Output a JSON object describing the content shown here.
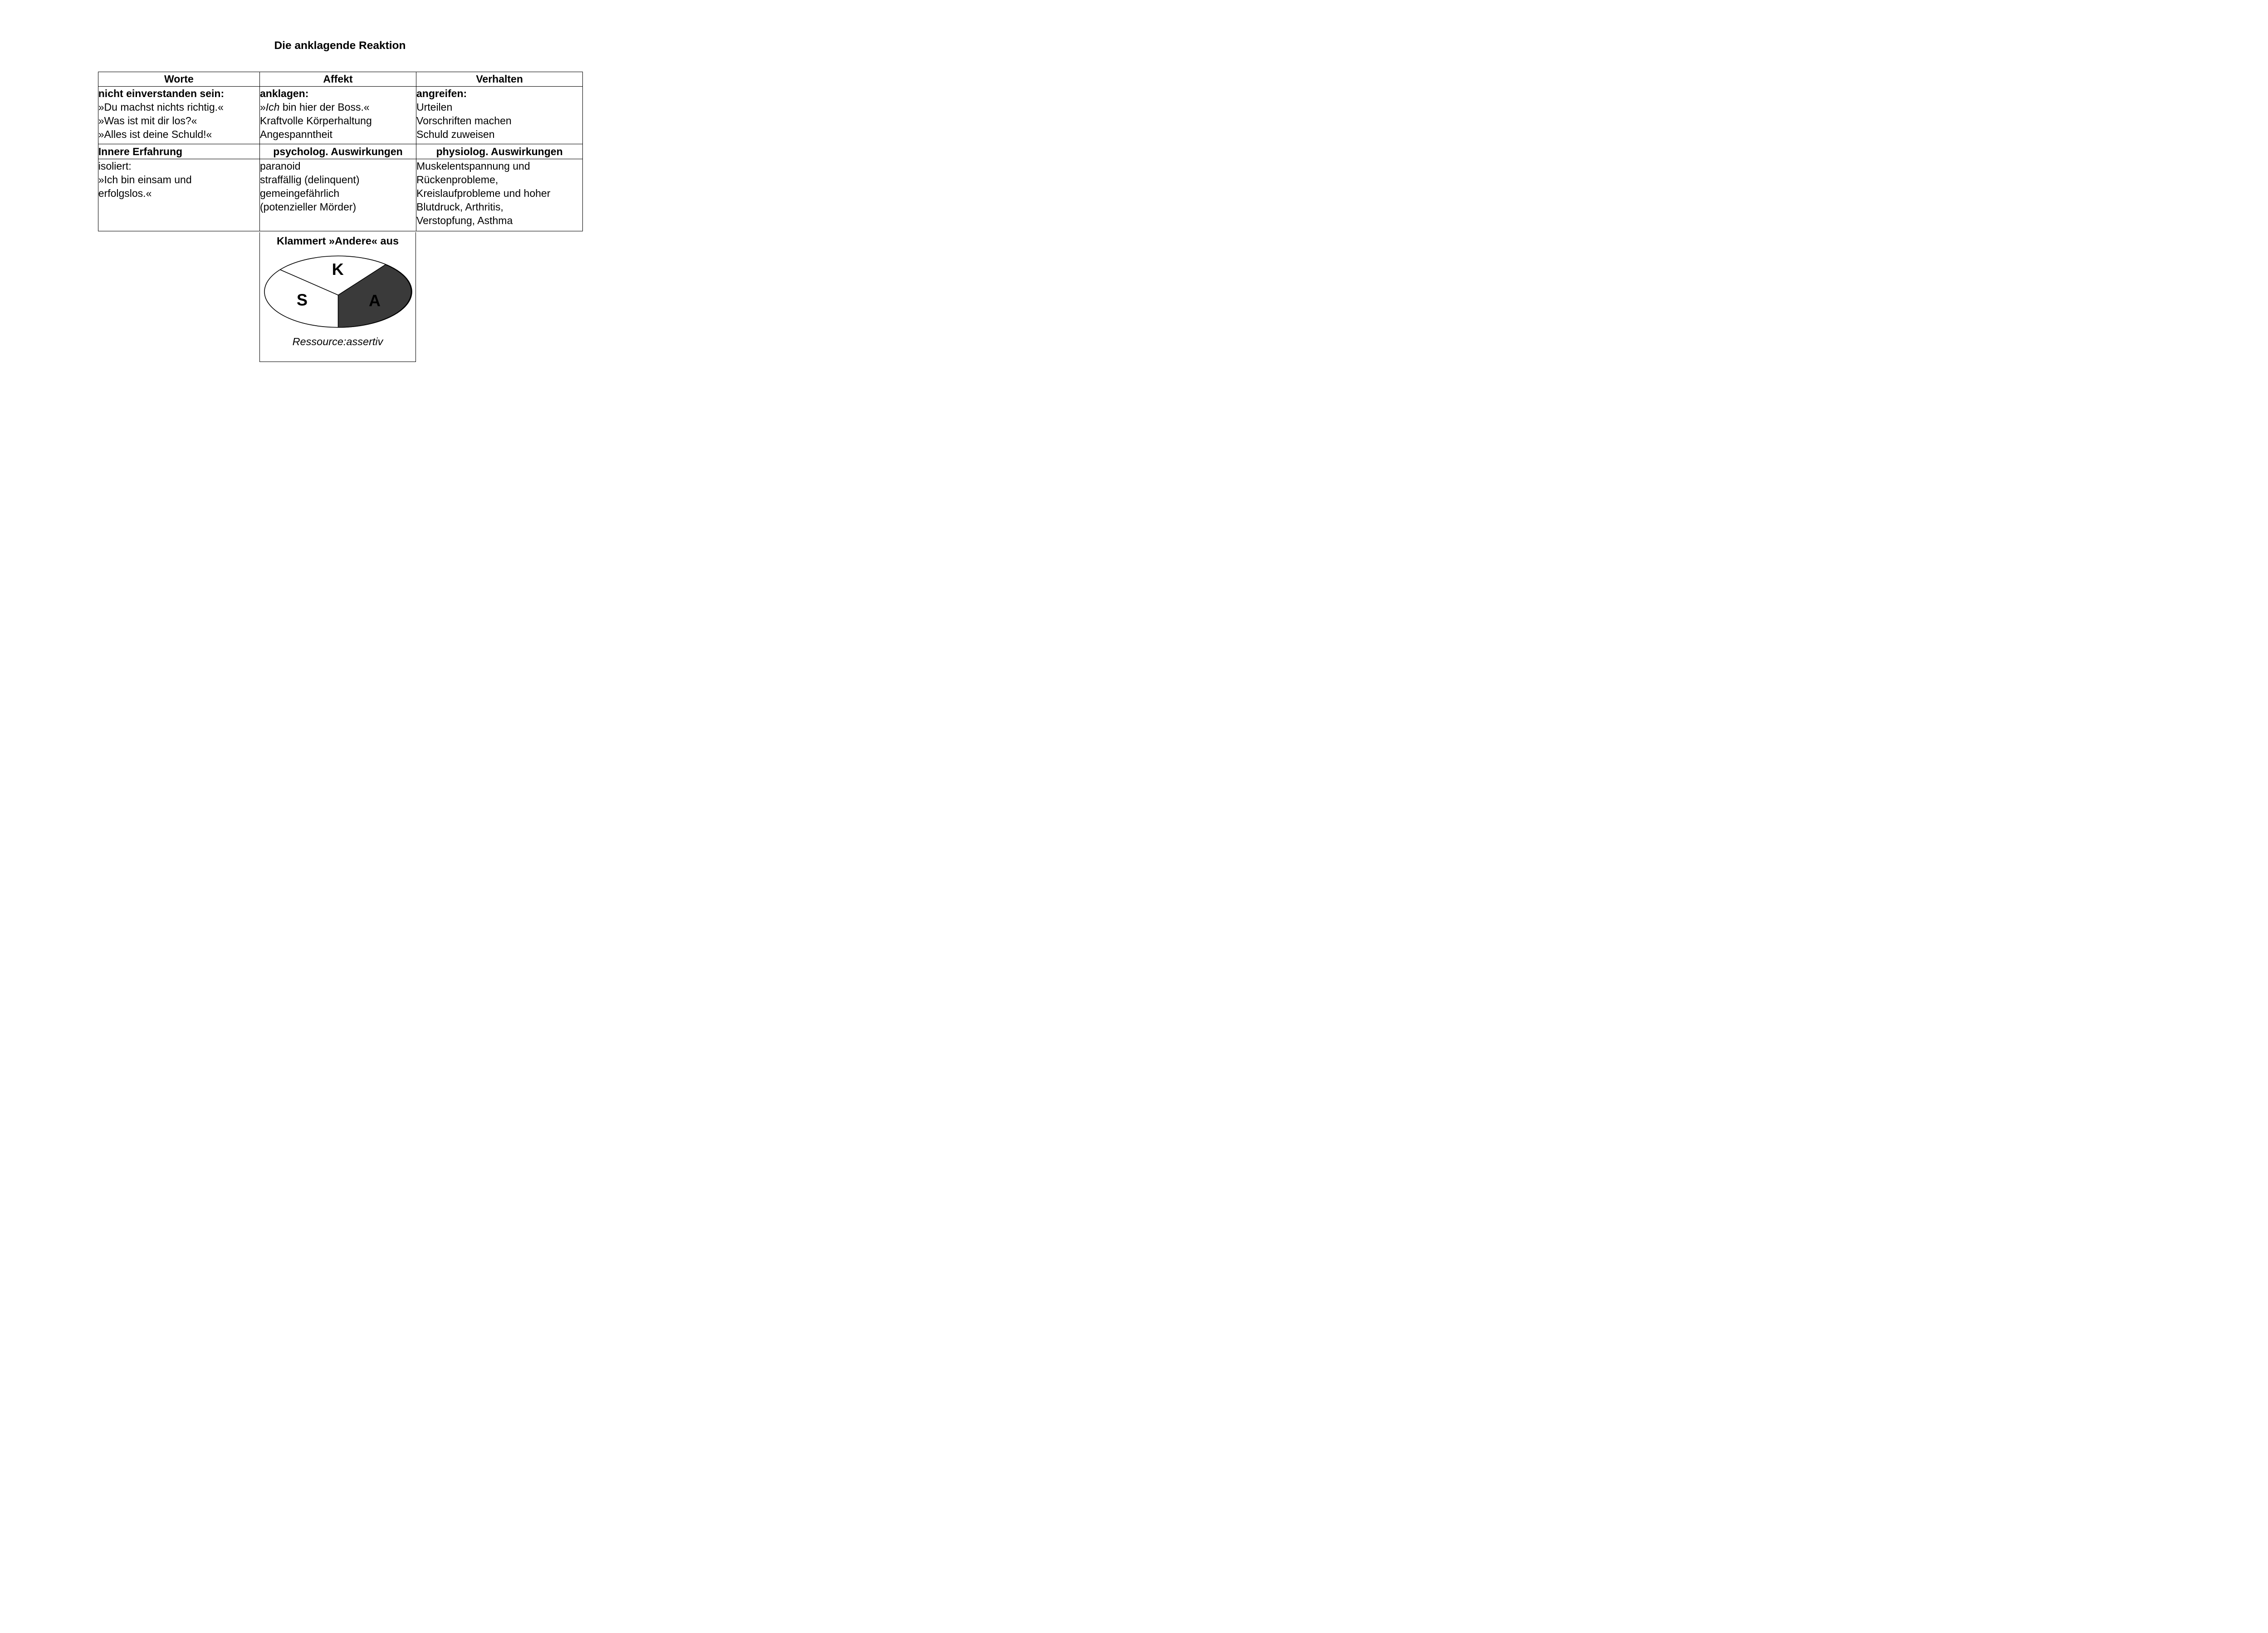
{
  "page": {
    "title": "Die anklagende Reaktion"
  },
  "table": {
    "header": [
      "Worte",
      "Affekt",
      "Verhalten"
    ],
    "row1": {
      "worte": [
        {
          "text": "nicht einverstanden sein:",
          "bold": true
        },
        {
          "text": "»Du machst nichts richtig.«"
        },
        {
          "text": "»Was ist mit dir los?«"
        },
        {
          "text": "»Alles ist deine Schuld!«"
        }
      ],
      "affekt": [
        {
          "text": "anklagen:",
          "bold": true
        },
        {
          "parts": [
            {
              "text": "»"
            },
            {
              "text": "Ich",
              "italic": true
            },
            {
              "text": " bin hier der Boss.«"
            }
          ]
        },
        {
          "text": "Kraftvolle Körperhaltung"
        },
        {
          "text": "Angespanntheit"
        }
      ],
      "verhalten": [
        {
          "text": "angreifen:",
          "bold": true
        },
        {
          "text": "Urteilen"
        },
        {
          "text": "Vorschriften machen"
        },
        {
          "text": "Schuld zuweisen"
        }
      ]
    },
    "row2": {
      "left": "Innere Erfahrung",
      "middle": "psycholog. Auswirkungen",
      "right": "physiolog. Auswirkungen"
    },
    "row3": {
      "innere": [
        {
          "text": "isoliert:"
        },
        {
          "text": "»Ich bin einsam und"
        },
        {
          "text": "erfolgslos.«"
        }
      ],
      "psycholog": [
        {
          "text": "paranoid"
        },
        {
          "text": "straffällig (delinquent)"
        },
        {
          "text": "gemeingefährlich"
        },
        {
          "text": "(potenzieller Mörder)"
        }
      ],
      "physiolog": [
        {
          "text": "Muskelentspannung und"
        },
        {
          "text": "Rückenprobleme,"
        },
        {
          "text": "Kreislaufprobleme und hoher"
        },
        {
          "text": "Blutdruck, Arthritis,"
        },
        {
          "text": "Verstopfung, Asthma"
        }
      ]
    }
  },
  "diagram": {
    "heading": "Klammert »Andere« aus",
    "caption": "Ressource:assertiv",
    "pie": {
      "label_top": "K",
      "label_left": "S",
      "label_right": "A",
      "dark_segment": "A",
      "dark_color": "#3a3a3a",
      "outline_color": "#000000"
    }
  }
}
